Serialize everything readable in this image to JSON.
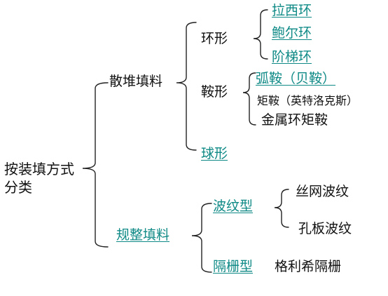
{
  "colors": {
    "link": "#0f8a86",
    "text": "#111111",
    "brace": "#222222"
  },
  "root": {
    "line1": "按装填方式",
    "line2": "分类"
  },
  "random": {
    "label": "散堆填料",
    "ring": {
      "label": "环形",
      "items": [
        "拉西环",
        "鲍尔环",
        "阶梯环"
      ]
    },
    "saddle": {
      "label": "鞍形",
      "items": [
        "弧鞍（贝鞍）",
        "矩鞍（英特洛克斯）",
        "金属环矩鞍"
      ]
    },
    "sphere": {
      "label": "球形"
    }
  },
  "structured": {
    "label": "规整填料",
    "corrugated": {
      "label": "波纹型",
      "items": [
        "丝网波纹",
        "孔板波纹"
      ]
    },
    "grid": {
      "label": "隔栅型",
      "item": "格利希隔栅"
    }
  }
}
